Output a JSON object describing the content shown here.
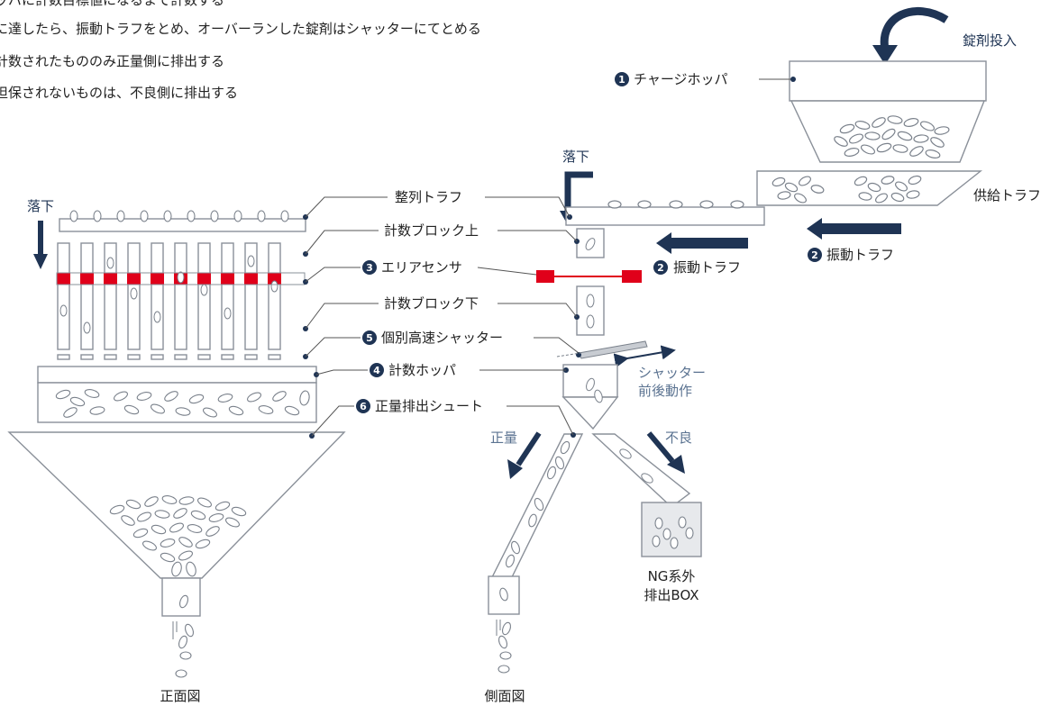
{
  "notes": [
    "ッパに計数目標値になるまで計数する",
    "に達したら、振動トラフをとめ、オーバーランした錠剤はシャッターにてとめる",
    "計数されたもののみ正量側に排出する",
    "担保されないものは、不良側に排出する"
  ],
  "views": {
    "front": "正面図",
    "side": "側面図"
  },
  "labels": {
    "tablet_input": "錠剤投入",
    "charge_hopper": "チャージホッパ",
    "supply_trough": "供給トラフ",
    "vibrating_trough_right": "振動トラフ",
    "vibrating_trough_mid": "振動トラフ",
    "drop_left": "落下",
    "drop_mid": "落下",
    "alignment_trough": "整列トラフ",
    "counting_block_upper": "計数ブロック上",
    "area_sensor": "エリアセンサ",
    "counting_block_lower": "計数ブロック下",
    "individual_shutter": "個別高速シャッター",
    "counting_hopper": "計数ホッパ",
    "discharge_chute": "正量排出シュート",
    "shutter_motion_1": "シャッター",
    "shutter_motion_2": "前後動作",
    "correct": "正量",
    "defective": "不良",
    "ng_box_1": "NG系外",
    "ng_box_2": "排出BOX"
  },
  "numbers": {
    "n1": "1",
    "n2": "2",
    "n3": "3",
    "n4": "4",
    "n5": "5",
    "n6": "6"
  },
  "colors": {
    "navy": "#1f3454",
    "sensor_red": "#e0001a",
    "gray_text": "#5b7391"
  }
}
